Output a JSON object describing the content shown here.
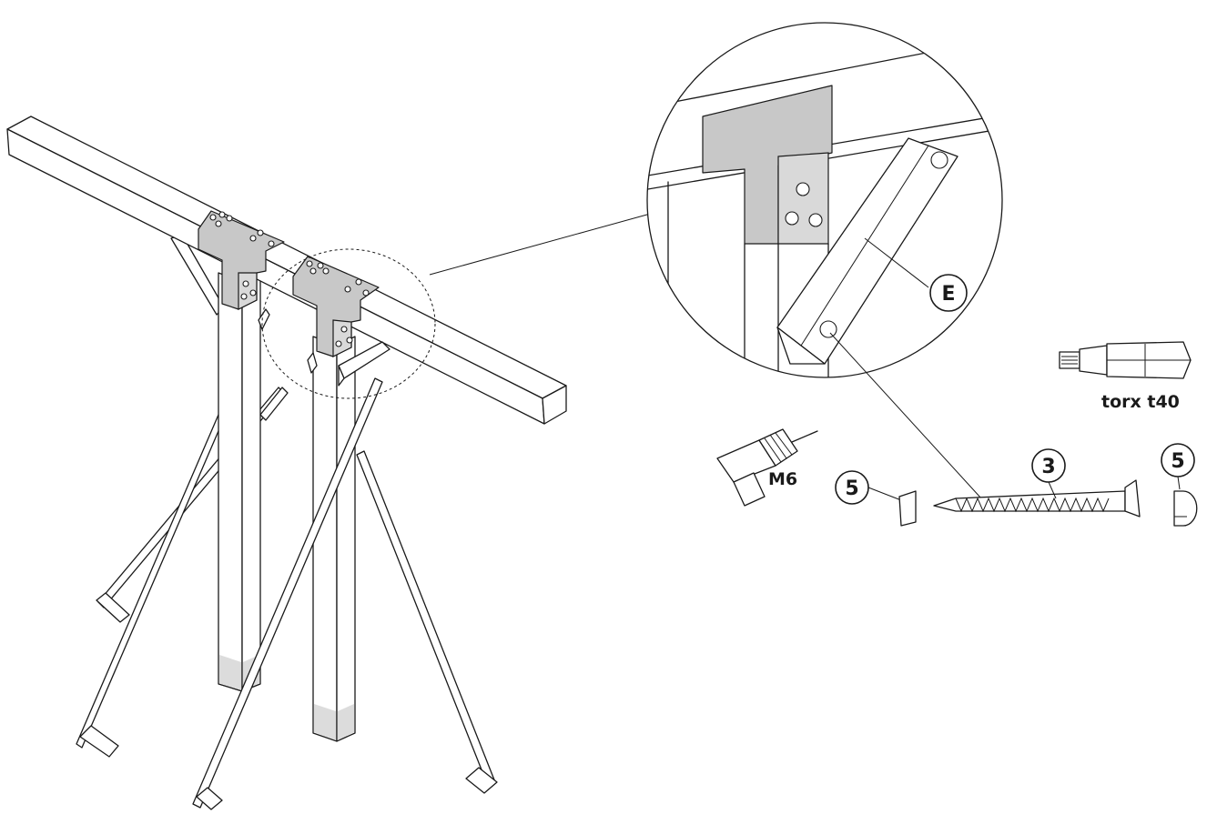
{
  "labels": {
    "part_e": "E",
    "screw_number": "3",
    "cap_left_number": "5",
    "cap_right_number": "5",
    "drill_size": "M6",
    "bit_label": "torx t40"
  },
  "colors": {
    "line": "#1a1a1a",
    "metal_plate": "#c8c8c8",
    "post_foot": "#dcdcdc",
    "background": "#ffffff"
  },
  "icons": {
    "drill": "drill-icon",
    "torx_bit": "torx-bit-icon",
    "screw": "screw-icon",
    "cap": "cap-icon"
  }
}
